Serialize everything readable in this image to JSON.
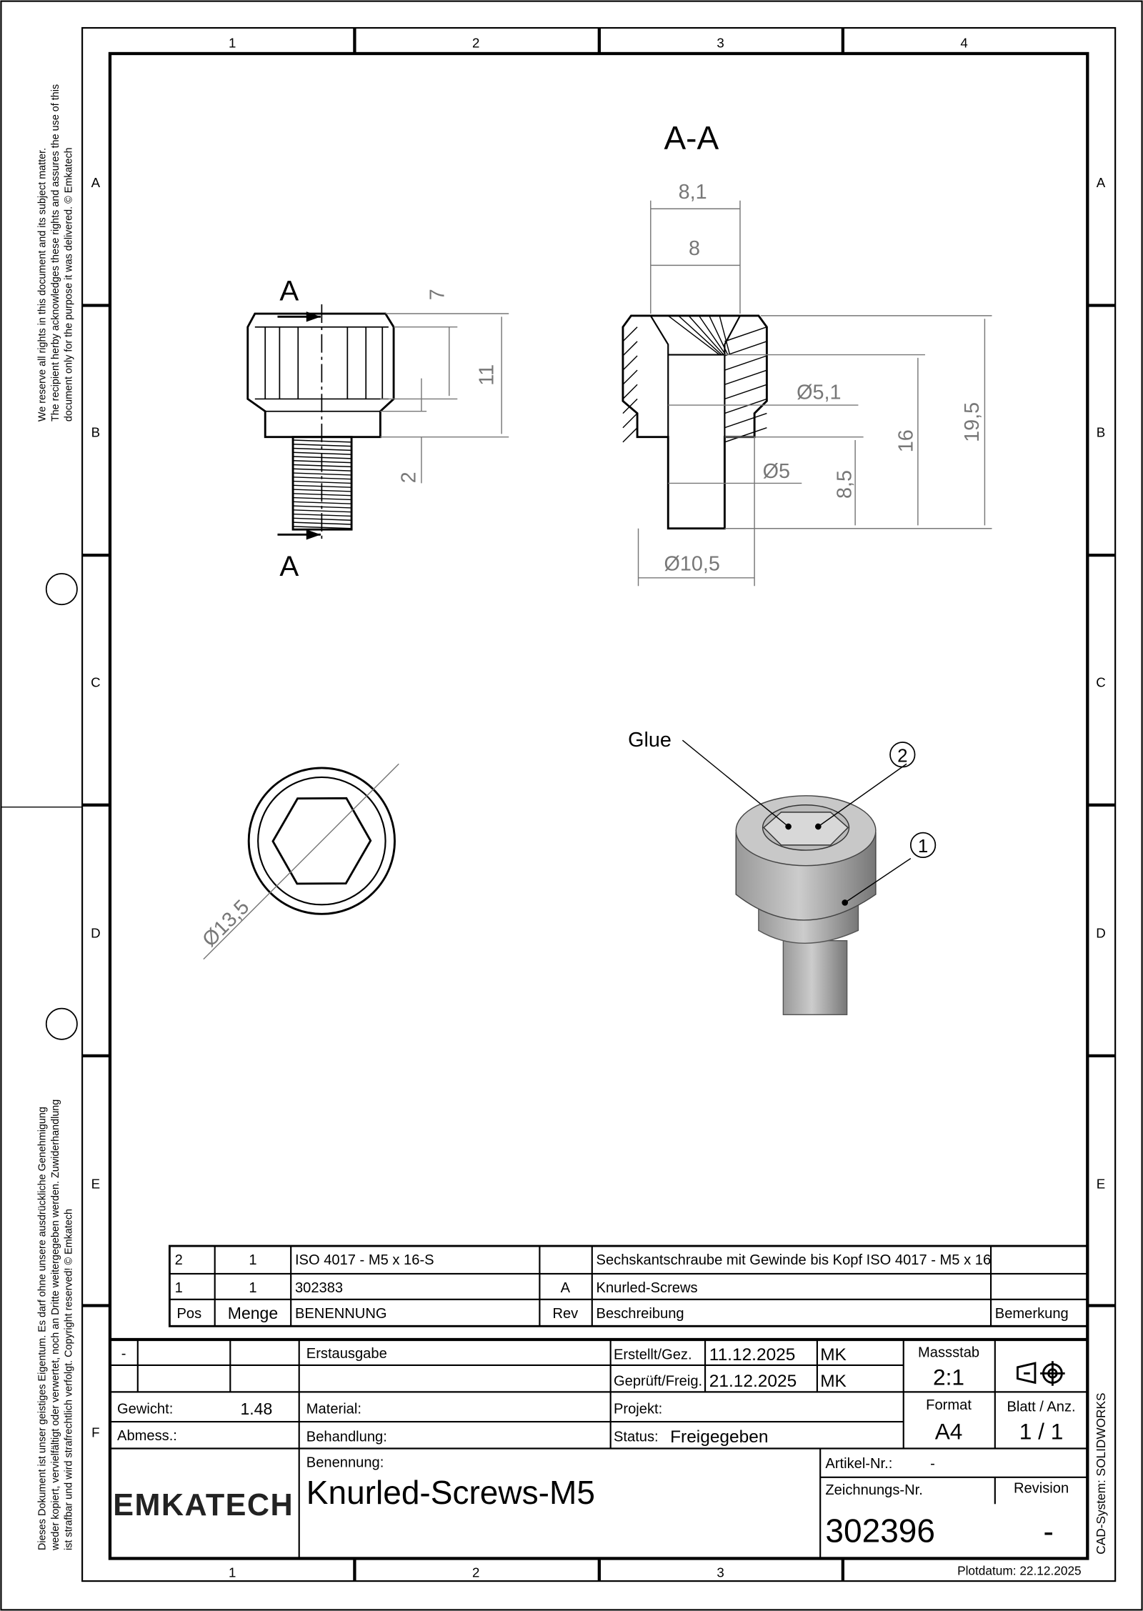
{
  "zones": {
    "cols": [
      "1",
      "2",
      "3",
      "4"
    ],
    "rows": [
      "A",
      "B",
      "C",
      "D",
      "E",
      "F"
    ]
  },
  "notices": {
    "top": [
      "We reserve all rights in this document and its subject matter.",
      "The recipient herby acknowledges these rights and assures the use of this",
      "document only for the purpose it was delivered.    © Emkatech"
    ],
    "bottom": [
      "Dieses Dokument ist unser geistiges Eigentum. Es darf ohne unsere ausdrückliche Genehmigung",
      "weder kopiert, vervielfältigt oder verwertet, noch an Dritte weitergegeben werden. Zuwiderhandlung",
      "ist strafbar und wird strafrechtlich verfolgt.        Copyright reserved!        © Emkatech"
    ]
  },
  "views": {
    "section_title": "A-A",
    "cut_label_top": "A",
    "cut_label_bottom": "A",
    "dims": {
      "d8_1": "8,1",
      "d8": "8",
      "d7": "7",
      "d11": "11",
      "d2": "2",
      "dia5_1": "Ø5,1",
      "dia5": "Ø5",
      "d8_5": "8,5",
      "d16": "16",
      "d19_5": "19,5",
      "dia10_5": "Ø10,5",
      "dia13_5": "Ø13,5"
    },
    "glue": "Glue",
    "balloons": [
      "1",
      "2"
    ]
  },
  "bom": {
    "rows": [
      {
        "pos": "2",
        "qty": "1",
        "name": "ISO 4017 - M5 x 16-S",
        "rev": "",
        "desc": "Sechskantschraube mit Gewinde bis Kopf ISO 4017 - M5 x 16",
        "note": ""
      },
      {
        "pos": "1",
        "qty": "1",
        "name": "302383",
        "rev": "A",
        "desc": "Knurled-Screws",
        "note": ""
      }
    ],
    "header": {
      "pos": "Pos",
      "qty": "Menge",
      "name": "BENENNUNG",
      "rev": "Rev",
      "desc": "Beschreibung",
      "note": "Bemerkung"
    }
  },
  "title_block": {
    "rev_index": "-",
    "rev_text": "Erstausgabe",
    "created_label": "Erstellt/Gez.",
    "created_date": "11.12.2025",
    "created_by": "MK",
    "checked_label": "Geprüft/Freig.",
    "checked_date": "21.12.2025",
    "checked_by": "MK",
    "scale_label": "Massstab",
    "scale": "2:1",
    "weight_label": "Gewicht:",
    "weight": "1.48",
    "material_label": "Material:",
    "project_label": "Projekt:",
    "format_label": "Format",
    "format": "A4",
    "sheet_label": "Blatt / Anz.",
    "sheet": "1 / 1",
    "dims_label": "Abmess.:",
    "treatment_label": "Behandlung:",
    "status_label": "Status:",
    "status": "Freigegeben",
    "name_label": "Benennung:",
    "name": "Knurled-Screws-M5",
    "article_label": "Artikel-Nr.:",
    "article": "-",
    "drawing_no_label": "Zeichnungs-Nr.",
    "drawing_no": "302396",
    "revision_label": "Revision",
    "revision": "-",
    "logo": "EMKATECH",
    "plot_date": "Plotdatum: 22.12.2025",
    "cad_system": "CAD-System: SOLIDWORKS"
  }
}
